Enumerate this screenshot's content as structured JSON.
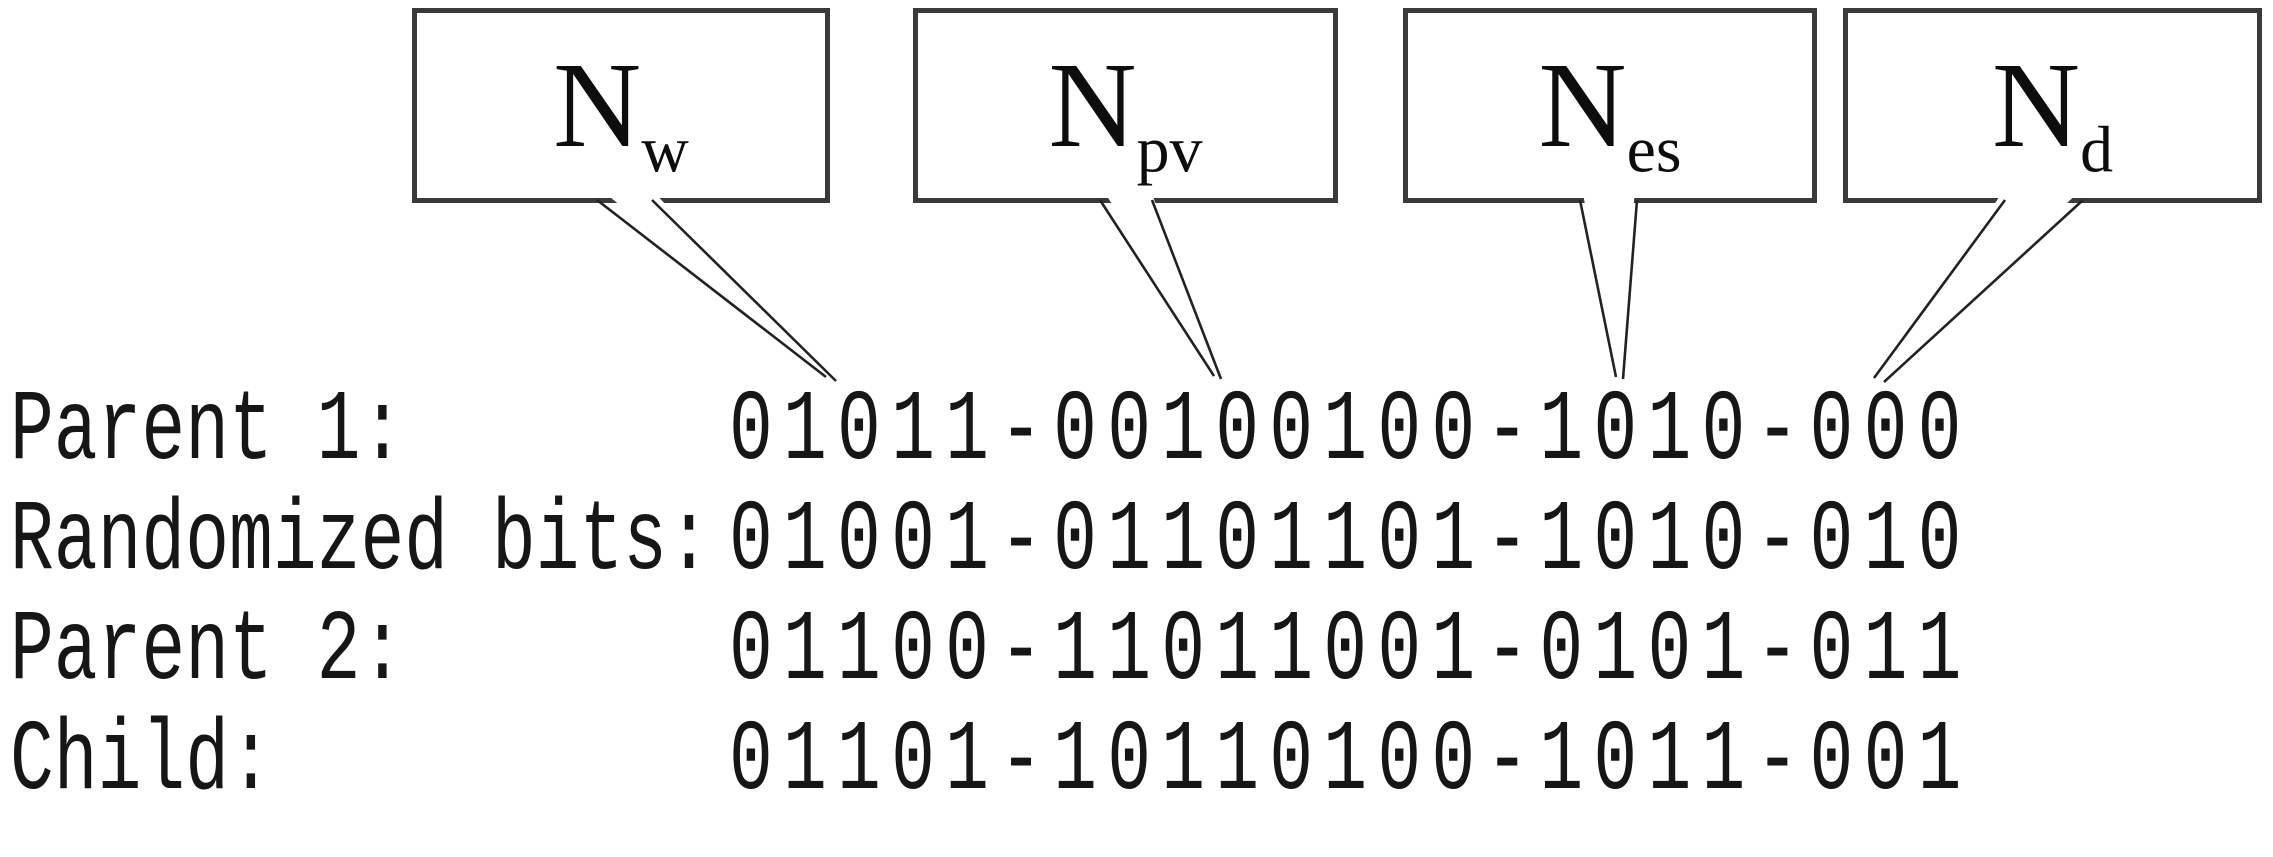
{
  "figure": {
    "title": "chromosome-crossover-encoding",
    "boxes": [
      {
        "main": "N",
        "sub": "w"
      },
      {
        "main": "N",
        "sub": "pv"
      },
      {
        "main": "N",
        "sub": "es"
      },
      {
        "main": "N",
        "sub": "d"
      }
    ],
    "rows": [
      {
        "label": "Parent 1:",
        "bits": "01011-00100100-1010-000"
      },
      {
        "label": "Randomized bits:",
        "bits": "01001-01101101-1010-010"
      },
      {
        "label": "Parent 2:",
        "bits": "01100-11011001-0101-011"
      },
      {
        "label": "Child:",
        "bits": "01101-10110100-1011-001"
      }
    ],
    "colors": {
      "box_border": "#3a3a3a",
      "line": "#222222",
      "text": "#111111",
      "background": "#ffffff"
    }
  }
}
